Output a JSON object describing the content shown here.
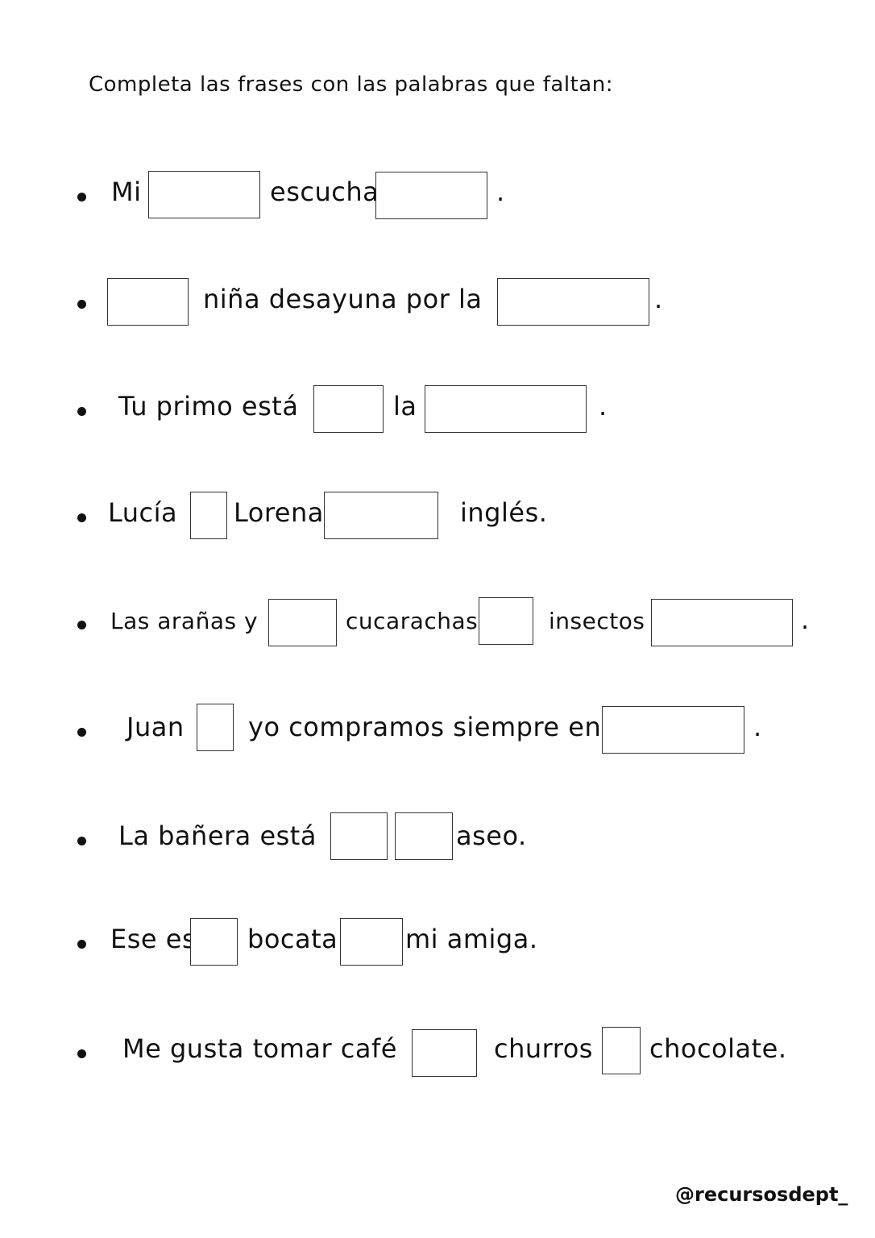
{
  "title": "Completa las frases con las palabras que faltan:",
  "sentences": [
    {
      "segments": [
        "Mi",
        "escucha",
        "."
      ]
    },
    {
      "segments": [
        "niña desayuna por la",
        "."
      ]
    },
    {
      "segments": [
        "Tu primo está",
        "la",
        "."
      ]
    },
    {
      "segments": [
        "Lucía",
        "Lorena",
        "inglés."
      ]
    },
    {
      "segments": [
        "Las arañas y",
        "cucarachas",
        "insectos",
        "."
      ]
    },
    {
      "segments": [
        "Juan",
        "yo compramos siempre en",
        "."
      ]
    },
    {
      "segments": [
        "La bañera está",
        "aseo."
      ]
    },
    {
      "segments": [
        "Ese es",
        "bocata",
        "mi amiga."
      ]
    },
    {
      "segments": [
        "Me gusta tomar café",
        "churros",
        "chocolate."
      ]
    }
  ],
  "footer": "@recursosdept_"
}
